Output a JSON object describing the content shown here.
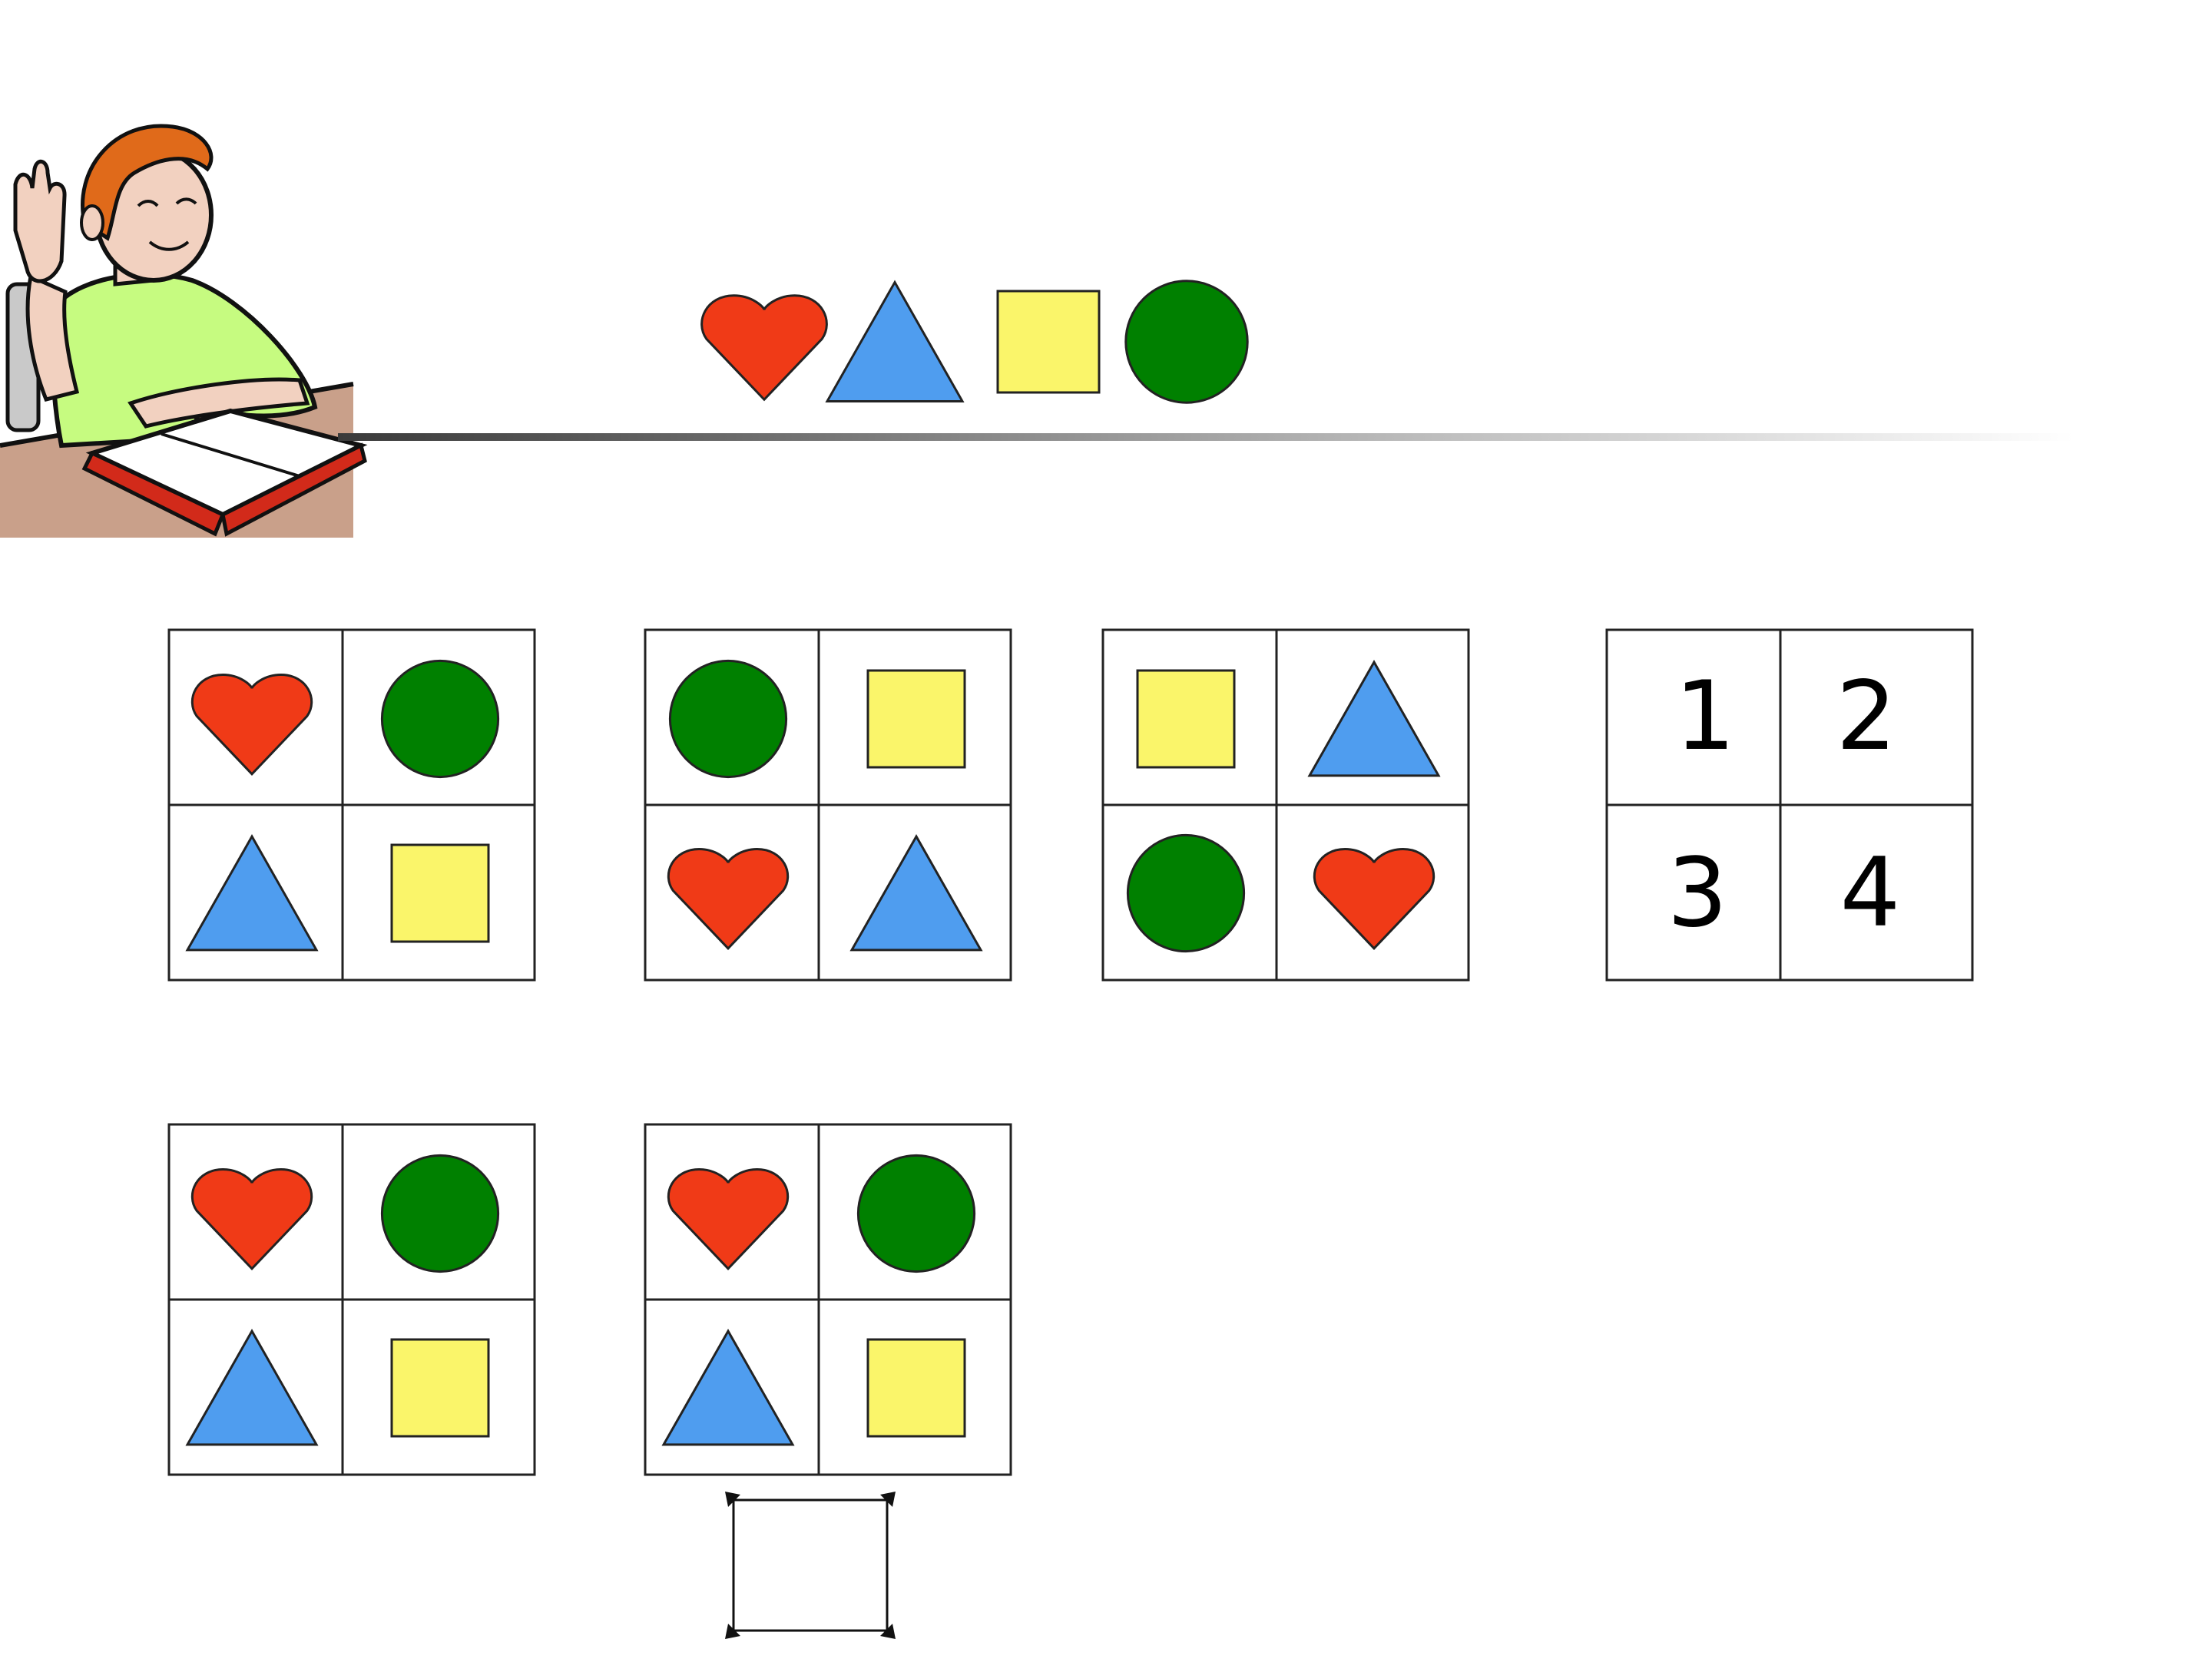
{
  "slide": {
    "background": "#ffffff"
  },
  "colors": {
    "heart": "#f03a17",
    "triangle": "#4f9def",
    "square": "#faf56a",
    "circle": "#008000",
    "grid_line": "#222222",
    "divider": "#555555"
  },
  "illustration": {
    "icon": "boy-raising-hand-with-book-icon"
  },
  "legend_shapes": [
    "heart",
    "triangle",
    "square",
    "circle"
  ],
  "grids": [
    {
      "cells": [
        "heart",
        "circle",
        "triangle",
        "square"
      ]
    },
    {
      "cells": [
        "circle",
        "square",
        "heart",
        "triangle"
      ]
    },
    {
      "cells": [
        "square",
        "triangle",
        "circle",
        "heart"
      ]
    },
    {
      "cells": [
        "heart",
        "circle",
        "triangle",
        "square"
      ]
    },
    {
      "cells": [
        "heart",
        "circle",
        "triangle",
        "square"
      ]
    }
  ],
  "numbers_grid": {
    "cells": [
      "1",
      "2",
      "3",
      "4"
    ]
  },
  "answer_box": {
    "icon": "empty-answer-frame-icon"
  }
}
